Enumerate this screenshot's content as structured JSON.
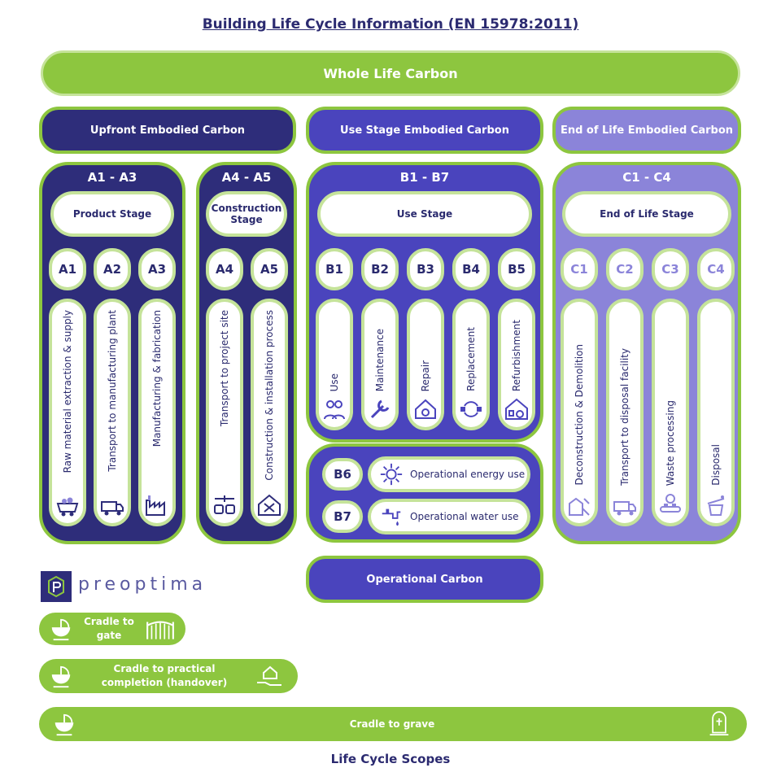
{
  "title": "Building Life Cycle Information (EN 15978:2011)",
  "whole_life": "Whole Life Carbon",
  "headers": {
    "upfront": "Upfront Embodied Carbon",
    "use_stage": "Use Stage Embodied Carbon",
    "end_of_life": "End of Life Embodied Carbon"
  },
  "groups": {
    "a13": {
      "title": "A1 - A3",
      "stage": "Product Stage",
      "modules": [
        {
          "code": "A1",
          "label": "Raw material extraction & supply",
          "icon": "mine-cart-icon"
        },
        {
          "code": "A2",
          "label": "Transport to manufacturing plant",
          "icon": "truck-icon"
        },
        {
          "code": "A3",
          "label": "Manufacturing & fabrication",
          "icon": "factory-icon"
        }
      ]
    },
    "a45": {
      "title": "A4 - A5",
      "stage": "Construction Stage",
      "modules": [
        {
          "code": "A4",
          "label": "Transport to project site",
          "icon": "transport-icon"
        },
        {
          "code": "A5",
          "label": "Construction & installation process",
          "icon": "tools-house-icon"
        }
      ]
    },
    "b17": {
      "title": "B1 - B7",
      "stage": "Use Stage",
      "modules": [
        {
          "code": "B1",
          "label": "Use",
          "icon": "people-icon"
        },
        {
          "code": "B2",
          "label": "Maintenance",
          "icon": "wrench-icon"
        },
        {
          "code": "B3",
          "label": "Repair",
          "icon": "gear-house-icon"
        },
        {
          "code": "B4",
          "label": "Replacement",
          "icon": "swap-icon"
        },
        {
          "code": "B5",
          "label": "Refurbishment",
          "icon": "house-gear-icon"
        }
      ],
      "operational": [
        {
          "code": "B6",
          "label": "Operational energy use",
          "icon": "sun-snow-icon"
        },
        {
          "code": "B7",
          "label": "Operational water use",
          "icon": "tap-icon"
        }
      ]
    },
    "c14": {
      "title": "C1 - C4",
      "stage": "End of Life Stage",
      "modules": [
        {
          "code": "C1",
          "label": "Deconstruction & Demolition",
          "icon": "demolition-icon"
        },
        {
          "code": "C2",
          "label": "Transport to disposal facility",
          "icon": "truck-icon"
        },
        {
          "code": "C3",
          "label": "Waste processing",
          "icon": "conveyor-icon"
        },
        {
          "code": "C4",
          "label": "Disposal",
          "icon": "bin-icon"
        }
      ]
    }
  },
  "operational_carbon": "Operational Carbon",
  "logo": "preoptima",
  "scopes": {
    "gate": "Cradle to gate",
    "handover": "Cradle to practical completion (handover)",
    "grave": "Cradle to grave"
  },
  "footer": "Life Cycle Scopes",
  "colors": {
    "green": "#8dc63f",
    "navy": "#2e2d7a",
    "indigo": "#4a44bd",
    "lavender": "#8b84d9"
  }
}
